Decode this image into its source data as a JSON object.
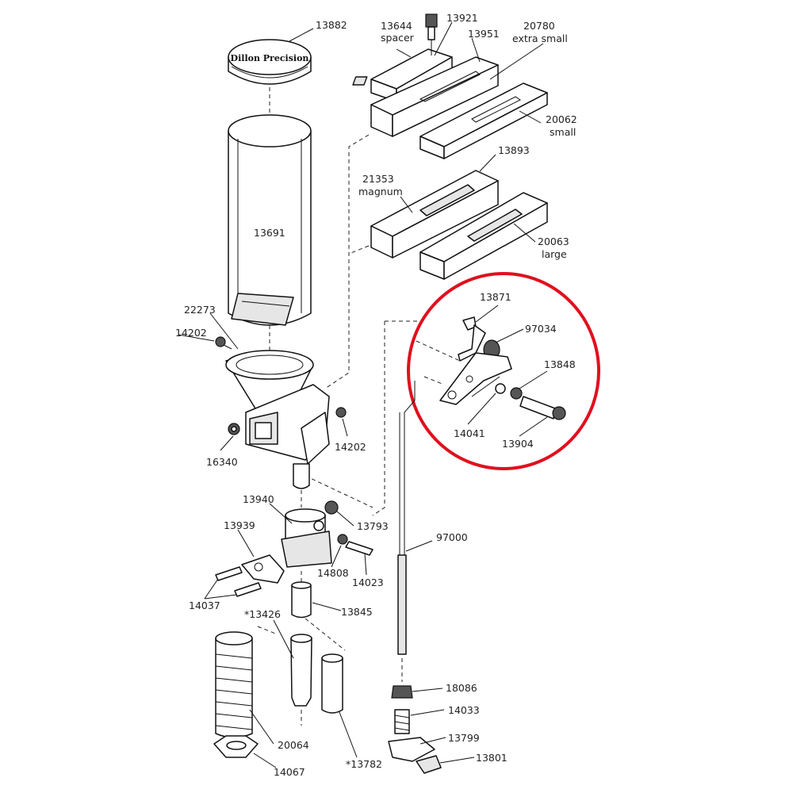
{
  "colors": {
    "ink": "#111111",
    "highlight": "#e0101e",
    "background": "#ffffff"
  },
  "logo_text": "Dillon Precision",
  "labels": {
    "p13882": "13882",
    "p13644": "13644",
    "spacer": "spacer",
    "p13921": "13921",
    "p13951": "13951",
    "p20780": "20780",
    "extra_small": "extra small",
    "p20062": "20062",
    "small": "small",
    "p13893": "13893",
    "p21353": "21353",
    "magnum": "magnum",
    "p20063": "20063",
    "large": "large",
    "p13691": "13691",
    "p22273": "22273",
    "p14202a": "14202",
    "p14202b": "14202",
    "p16340": "16340",
    "p13871": "13871",
    "p97034": "97034",
    "p13848": "13848",
    "p14041": "14041",
    "p13904": "13904",
    "p13940": "13940",
    "p13793": "13793",
    "p13939": "13939",
    "p14808": "14808",
    "p14023": "14023",
    "p14037": "14037",
    "p13426": "*13426",
    "p13845": "13845",
    "p97000": "97000",
    "p18086": "18086",
    "p14033": "14033",
    "p20064": "20064",
    "p13799": "13799",
    "p13801": "13801",
    "p14067": "14067",
    "p13782": "*13782"
  }
}
